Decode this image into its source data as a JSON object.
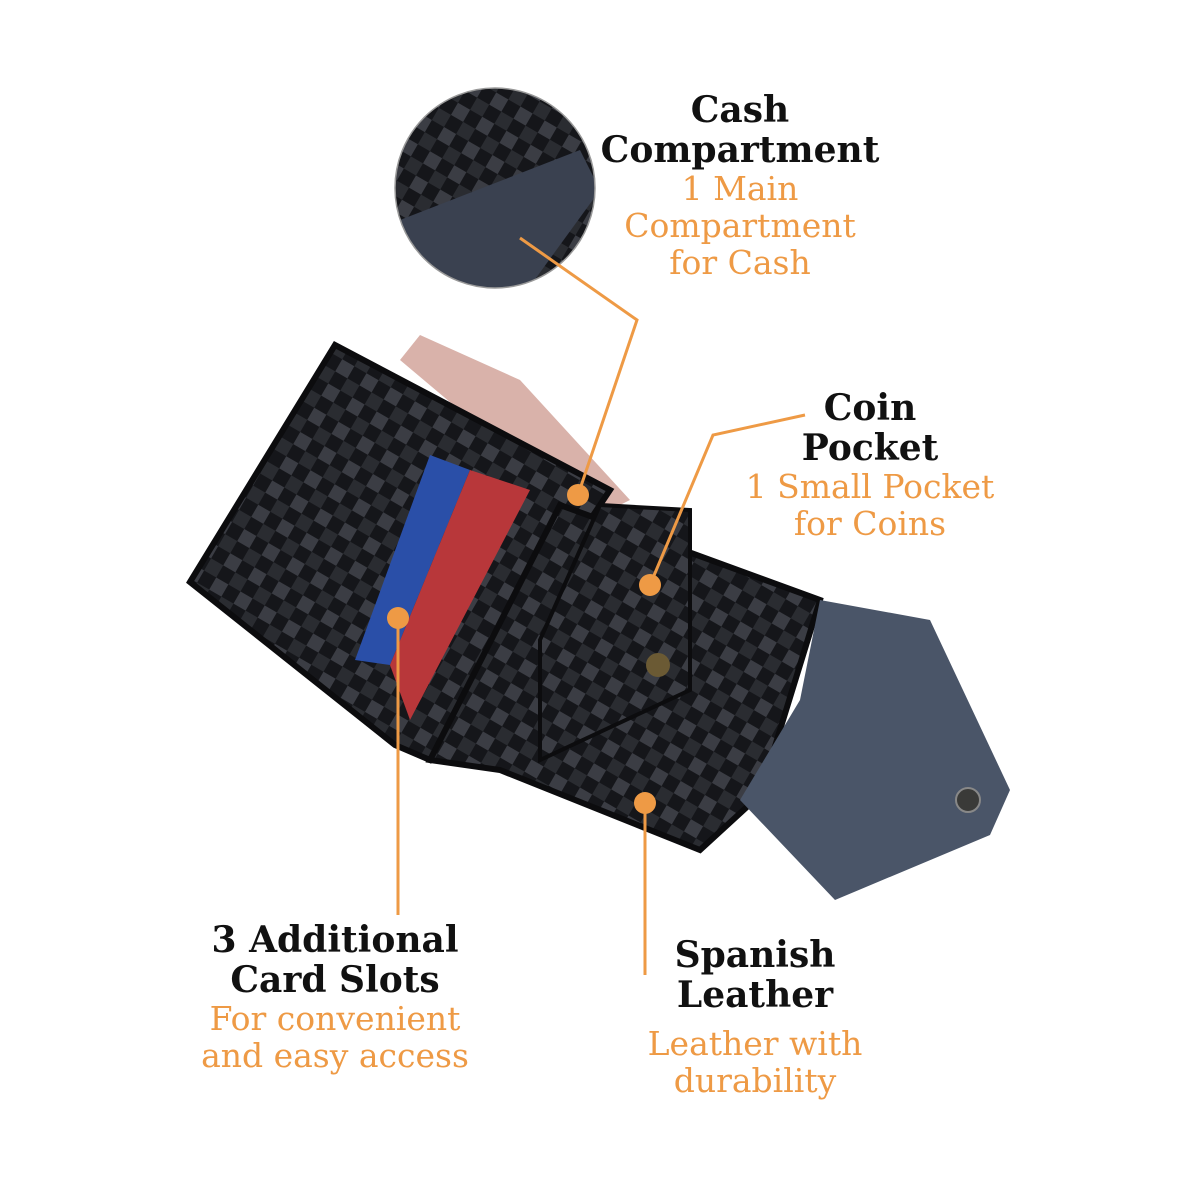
{
  "colors": {
    "accent": "#ee9a45",
    "heading": "#111111",
    "leather": "#1b1c20",
    "suede": "#4a5568"
  },
  "features": [
    {
      "title_lines": [
        "Cash",
        "Compartment"
      ],
      "desc_lines": [
        "1 Main",
        "Compartment",
        "for Cash"
      ]
    },
    {
      "title_lines": [
        "Coin",
        "Pocket"
      ],
      "desc_lines": [
        "1 Small Pocket",
        "for Coins"
      ]
    },
    {
      "title_lines": [
        "3 Additional",
        "Card Slots"
      ],
      "desc_lines": [
        "For convenient",
        "and easy access"
      ]
    },
    {
      "title_lines": [
        "Spanish",
        "Leather"
      ],
      "desc_lines": [
        "Leather with",
        "durability"
      ]
    }
  ]
}
